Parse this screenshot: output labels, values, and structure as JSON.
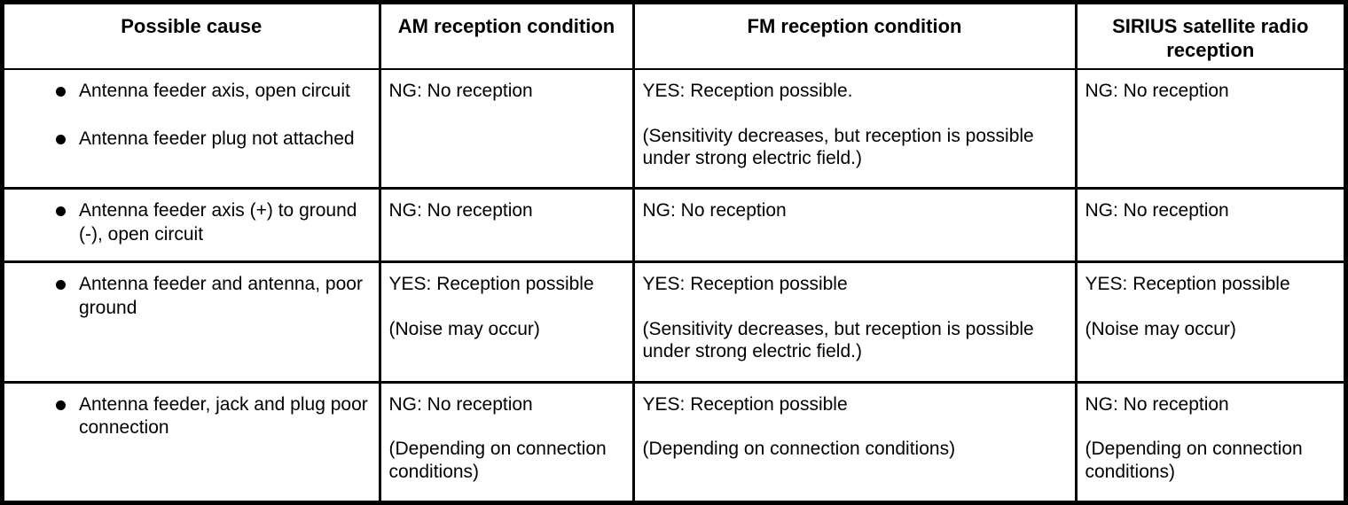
{
  "table": {
    "columns": [
      {
        "key": "cause",
        "header": "Possible cause"
      },
      {
        "key": "am",
        "header": "AM reception condition"
      },
      {
        "key": "fm",
        "header": "FM reception condition"
      },
      {
        "key": "sirius",
        "header": "SIRIUS satellite radio reception"
      }
    ],
    "rows": [
      {
        "causes": [
          "Antenna feeder axis, open circuit",
          "Antenna feeder plug not attached"
        ],
        "am": {
          "main": "NG: No reception",
          "note": ""
        },
        "fm": {
          "main": "YES: Reception possible.",
          "note": "(Sensitivity decreases, but reception is possible under strong electric field.)"
        },
        "sirius": {
          "main": "NG: No reception",
          "note": ""
        }
      },
      {
        "causes": [
          "Antenna feeder axis (+) to ground (-), open circuit"
        ],
        "am": {
          "main": "NG: No reception",
          "note": ""
        },
        "fm": {
          "main": "NG: No reception",
          "note": ""
        },
        "sirius": {
          "main": "NG: No reception",
          "note": ""
        }
      },
      {
        "causes": [
          "Antenna feeder and antenna, poor ground"
        ],
        "am": {
          "main": "YES: Reception possible",
          "note": "(Noise may occur)"
        },
        "fm": {
          "main": "YES: Reception possible",
          "note": "(Sensitivity decreases, but reception is possible under strong electric field.)"
        },
        "sirius": {
          "main": "YES: Reception possible",
          "note": "(Noise may occur)"
        }
      },
      {
        "causes": [
          "Antenna feeder, jack and plug poor connection"
        ],
        "am": {
          "main": "NG: No reception",
          "note": "(Depending on connection conditions)"
        },
        "fm": {
          "main": "YES: Reception possible",
          "note": "(Depending on connection conditions)"
        },
        "sirius": {
          "main": "NG: No reception",
          "note": "(Depending on connection conditions)"
        }
      }
    ]
  },
  "colors": {
    "border": "#000000",
    "text": "#000000",
    "background": "#ffffff"
  }
}
